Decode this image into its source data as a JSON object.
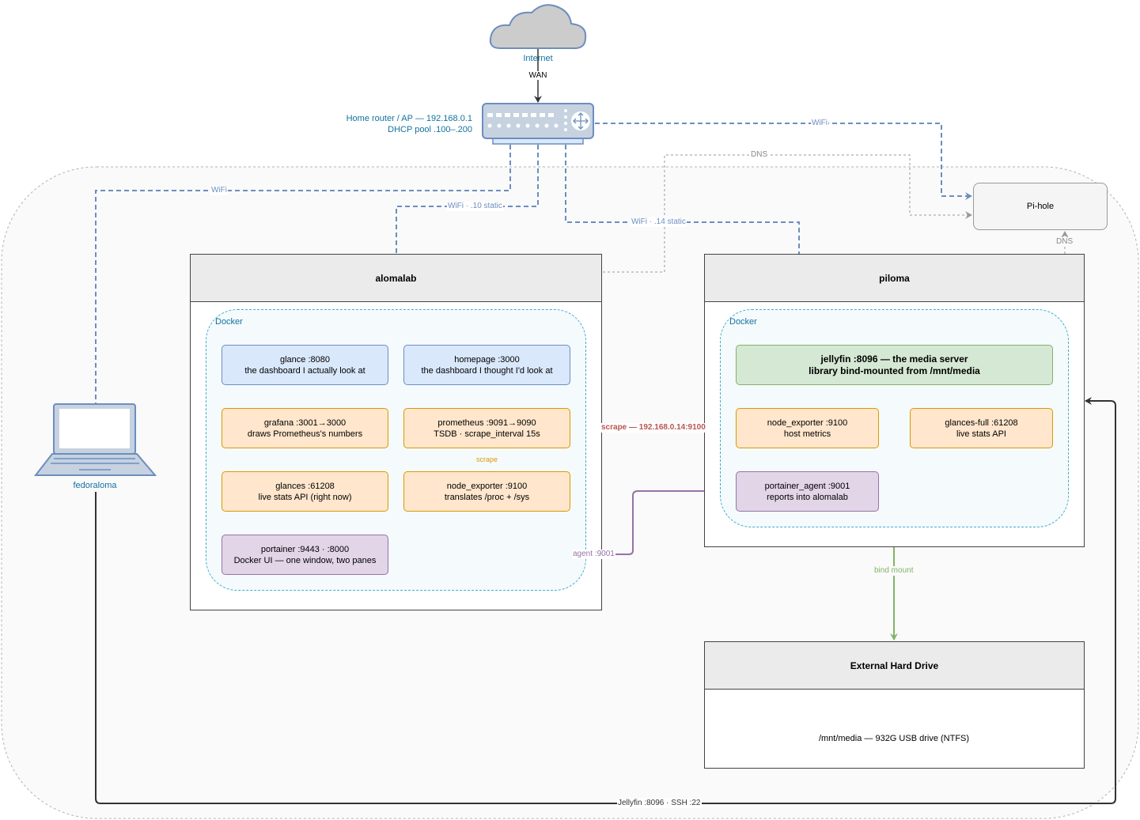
{
  "internet": {
    "label": "Internet",
    "wan_label": "WAN"
  },
  "router": {
    "line1": "Home router / AP — 192.168.0.1",
    "line2": "DHCP pool .100–.200"
  },
  "laptop": {
    "label": "fedoraloma"
  },
  "pihole": {
    "label": "Pi-hole"
  },
  "edges": {
    "wifi_laptop": "WiFi",
    "wifi_alomalab": "WiFi · .10 static",
    "wifi_piloma": "WiFi · .14 static",
    "wifi_pihole": "WiFi",
    "dns_top": "DNS",
    "dns_pihole": "DNS",
    "scrape_remote": "scrape — 192.168.0.14:9100",
    "scrape_local": "scrape",
    "agent": "agent :9001",
    "bind_mount": "bind mount",
    "jellyfin_ssh": "Jellyfin :8096 · SSH :22"
  },
  "alomalab": {
    "title": "alomalab",
    "docker_label": "Docker",
    "services": {
      "glance": {
        "line1": "glance :8080",
        "line2": "the dashboard I actually look at"
      },
      "homepage": {
        "line1": "homepage :3000",
        "line2": "the dashboard I thought I'd look at"
      },
      "grafana": {
        "line1": "grafana :3001→3000",
        "line2": "draws Prometheus's numbers"
      },
      "prometheus": {
        "line1": "prometheus :9091→9090",
        "line2": "TSDB · scrape_interval 15s"
      },
      "glances": {
        "line1": "glances :61208",
        "line2": "live stats API (right now)"
      },
      "node_exporter": {
        "line1": "node_exporter :9100",
        "line2": "translates /proc + /sys"
      },
      "portainer": {
        "line1": "portainer :9443 · :8000",
        "line2": "Docker UI — one window, two panes"
      }
    }
  },
  "piloma": {
    "title": "piloma",
    "docker_label": "Docker",
    "services": {
      "jellyfin": {
        "line1": "jellyfin :8096 — the media server",
        "line2": "library bind-mounted from /mnt/media"
      },
      "node_exporter": {
        "line1": "node_exporter :9100",
        "line2": "host metrics"
      },
      "glances_full": {
        "line1": "glances-full :61208",
        "line2": "live stats API"
      },
      "portainer_agent": {
        "line1": "portainer_agent :9001",
        "line2": "reports into alomalab"
      }
    }
  },
  "drive": {
    "title": "External Hard Drive",
    "volume": "/mnt/media — 932G USB drive (NTFS)"
  },
  "colors": {
    "wifi_edge": "#6c8ebf",
    "dns_edge": "#999999",
    "scrape_edge": "#b85450",
    "local_scrape_edge": "#d79b00",
    "agent_edge": "#9673a6",
    "bind_edge": "#82b366",
    "ssh_edge": "#333333"
  }
}
